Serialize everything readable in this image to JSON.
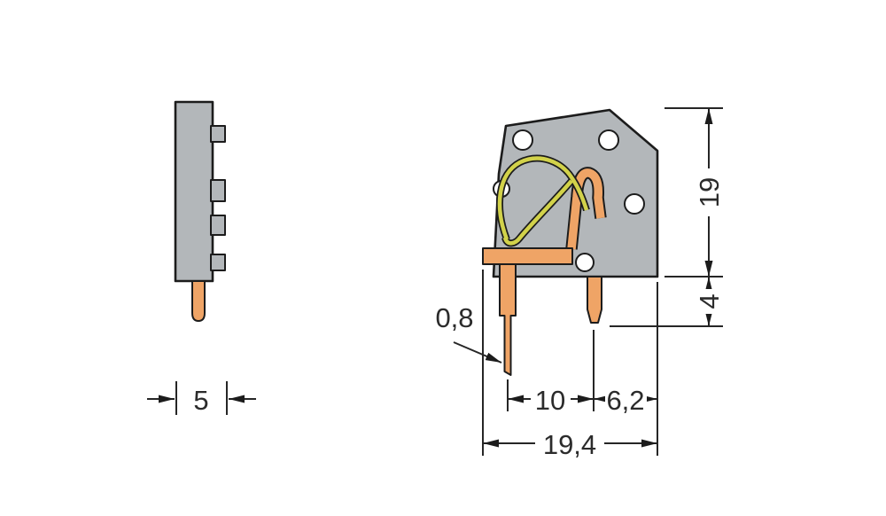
{
  "drawing": {
    "dimensions": {
      "side_width": "5",
      "body_height": "19",
      "pin_length": "4",
      "pin_thickness": "0,8",
      "pin_spacing": "10",
      "edge_offset": "6,2",
      "total_width": "19,4"
    },
    "colors": {
      "body": "#b3b7ba",
      "copper": "#efa466",
      "spring": "#d2d24a",
      "line": "#1c1c1c",
      "text": "#2b2b2b",
      "background": "#ffffff"
    }
  }
}
